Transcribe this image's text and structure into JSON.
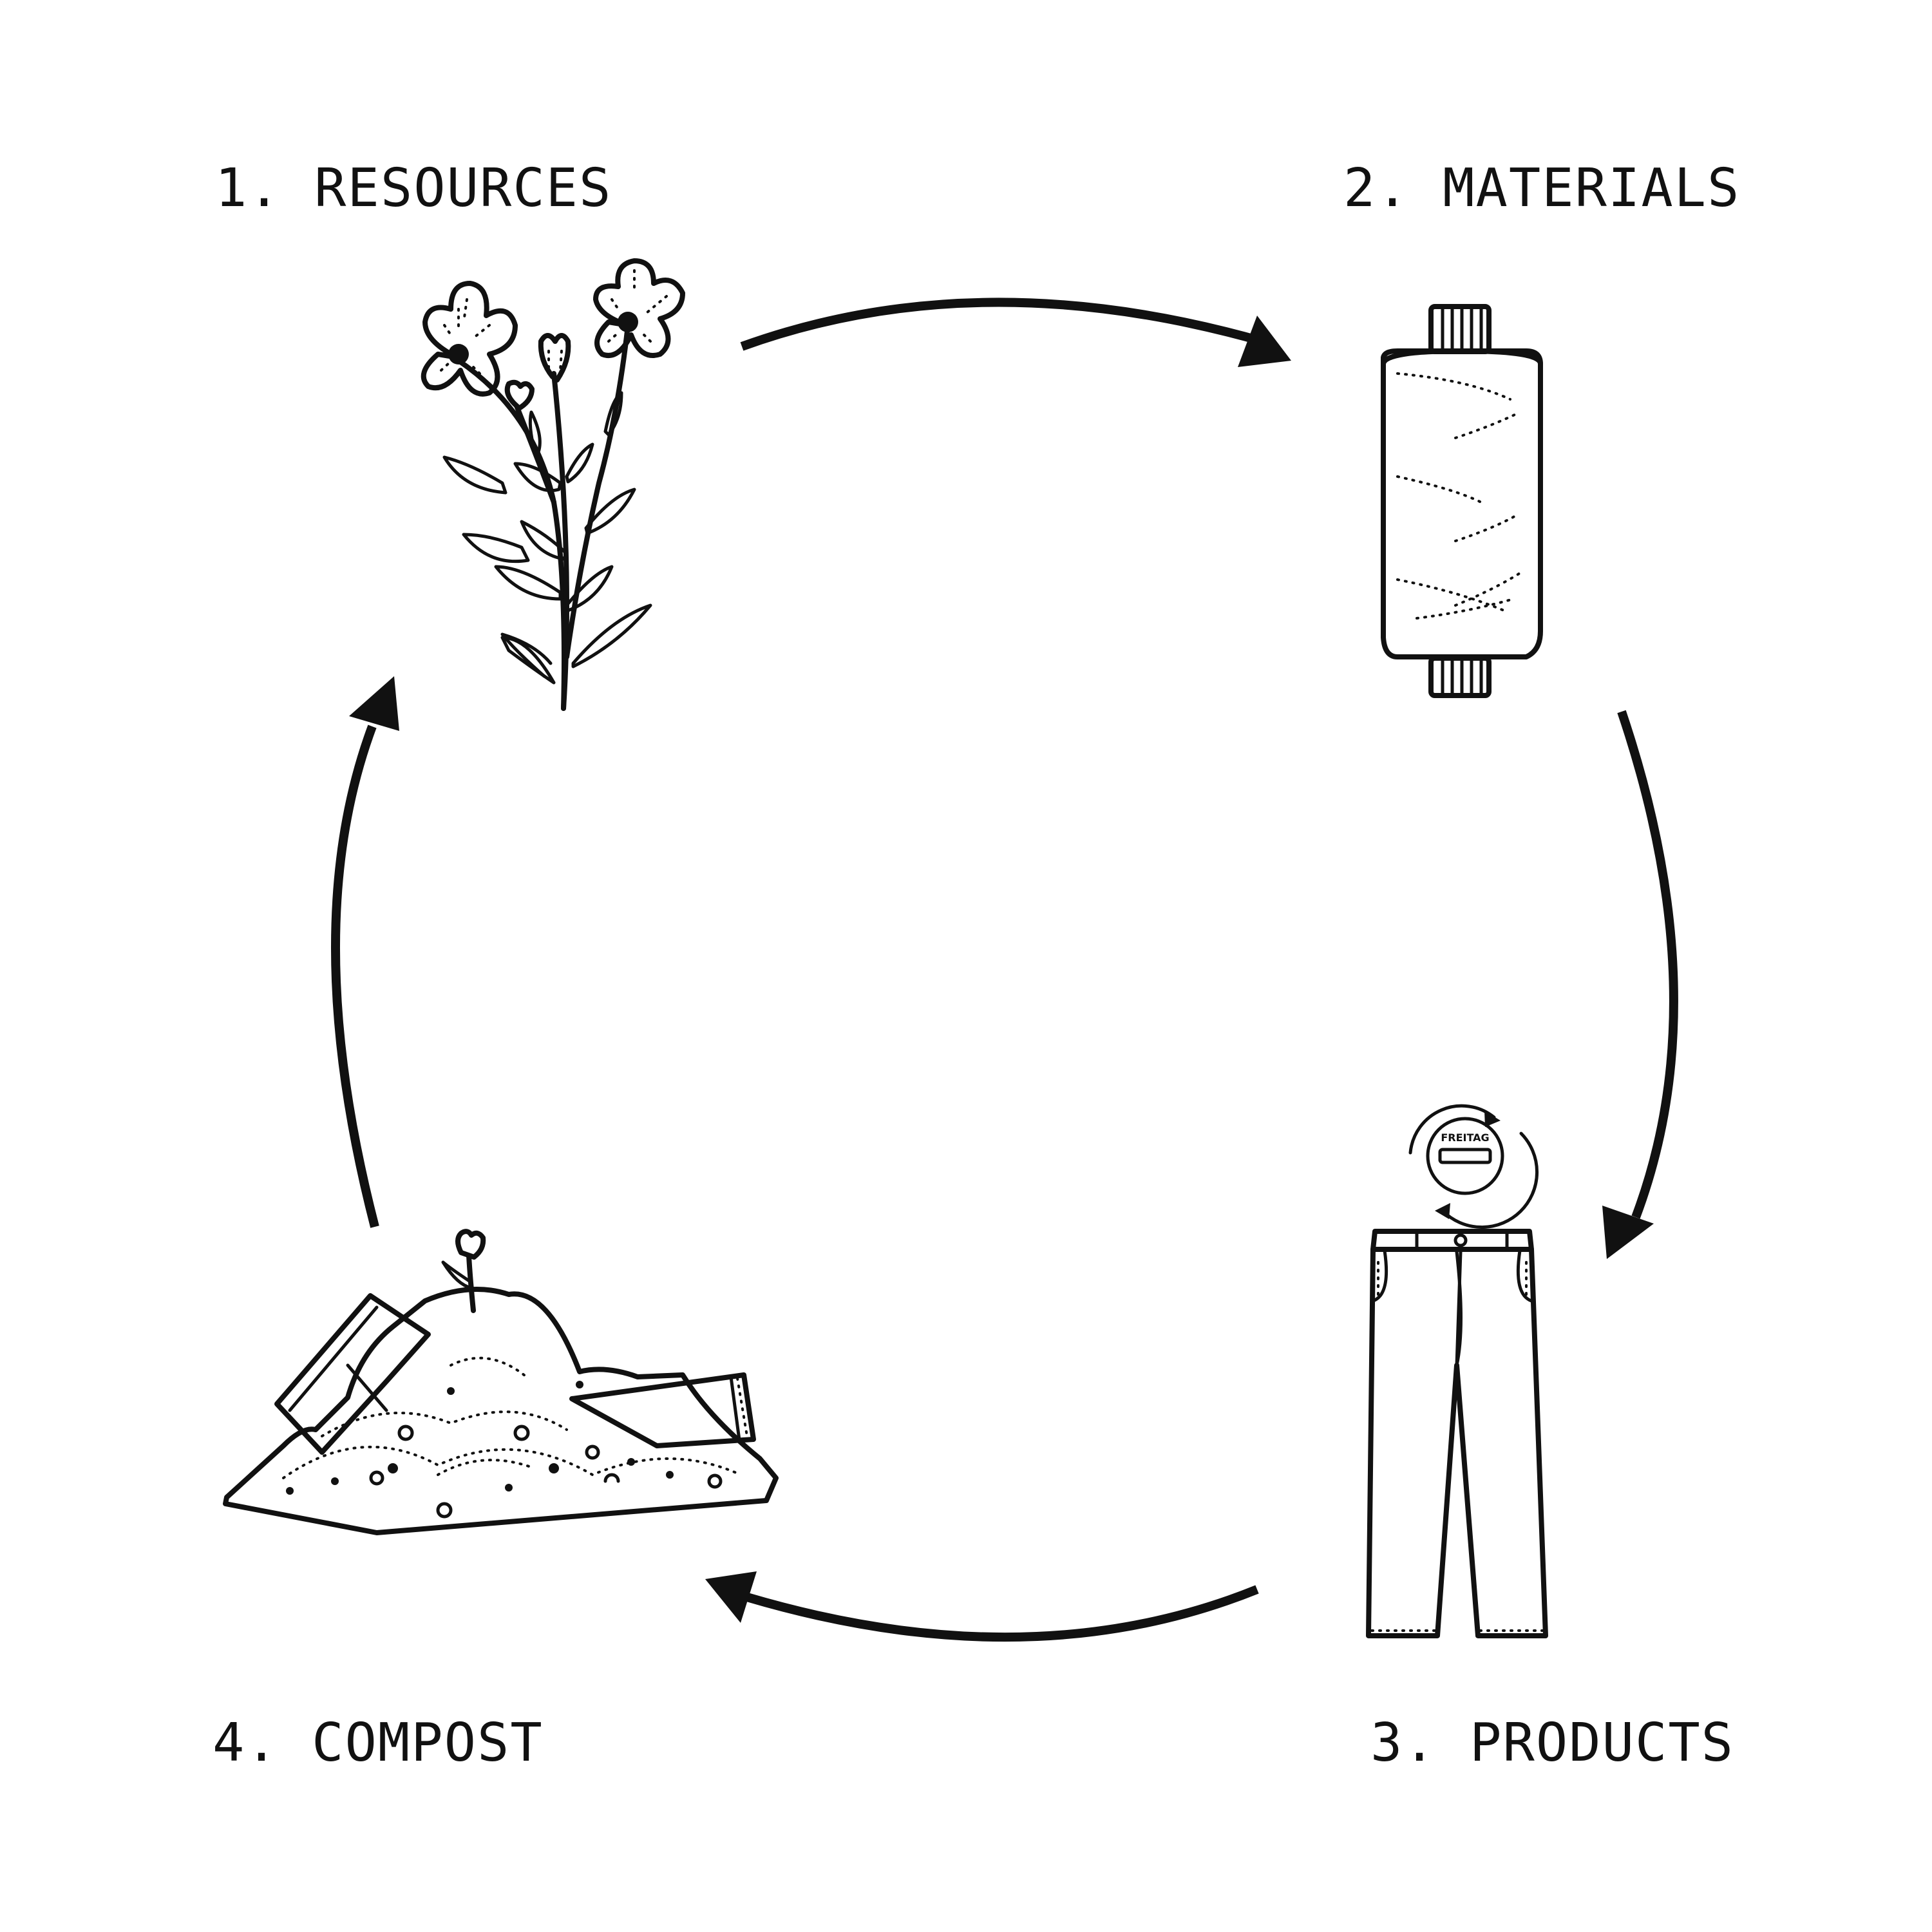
{
  "steps": [
    {
      "label": "1. RESOURCES"
    },
    {
      "label": "2. MATERIALS"
    },
    {
      "label": "3. PRODUCTS"
    },
    {
      "label": "4. COMPOST"
    }
  ],
  "badge_text": "FREITAG"
}
